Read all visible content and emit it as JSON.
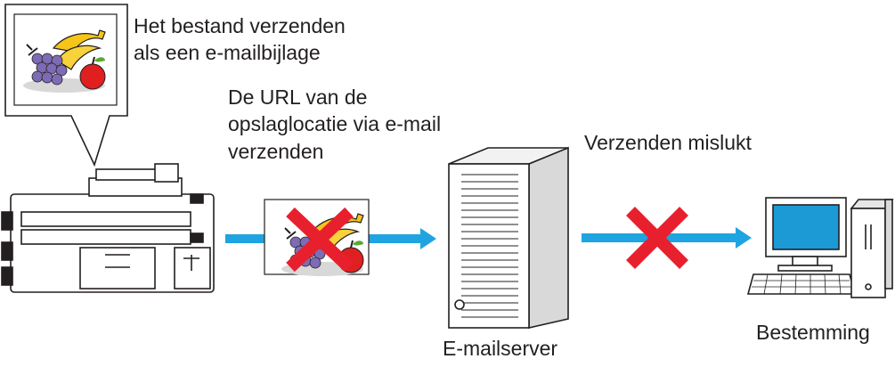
{
  "labels": {
    "attachment": [
      "Het bestand verzenden",
      "als een e-mailbijlage"
    ],
    "url_via_email": [
      "De URL van de",
      "opslaglocatie via e-mail",
      "verzenden"
    ],
    "send_failed": "Verzenden mislukt",
    "server": "E-mailserver",
    "destination": "Bestemming"
  },
  "colors": {
    "arrow": "#1ea4e0",
    "fail_mark": "#e8202e",
    "outline": "#231f20",
    "monitor_screen": "#1c9ad6",
    "grape": "#7e6bb5",
    "banana": "#f5c518",
    "apple": "#e02020"
  }
}
